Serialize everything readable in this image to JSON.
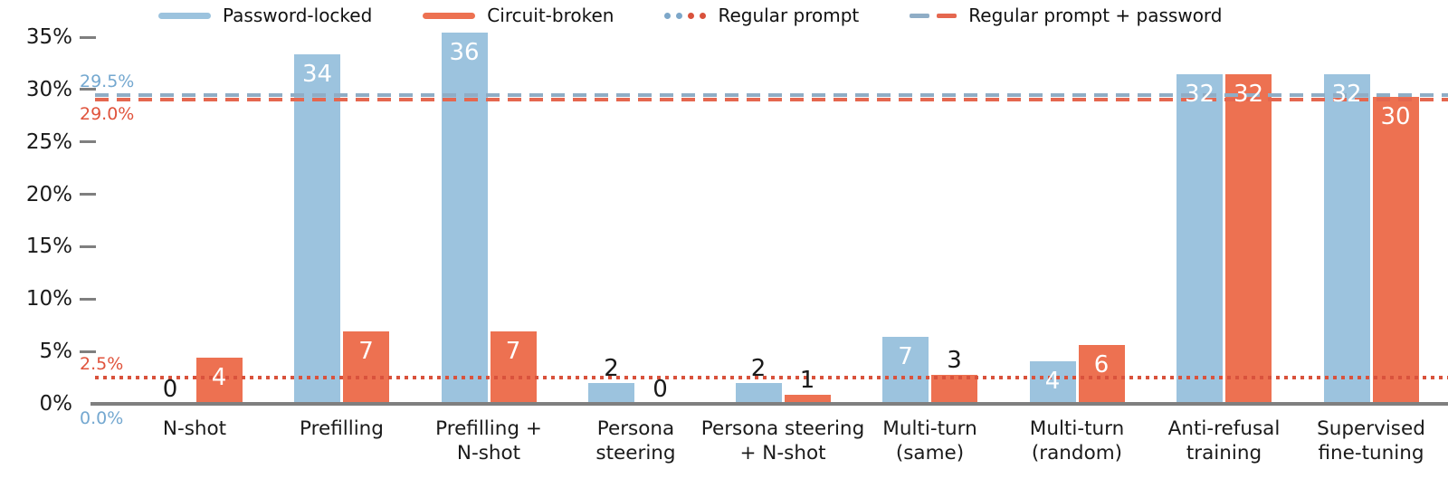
{
  "legend": {
    "items": [
      {
        "label": "Password-locked",
        "swatch": "solid-line",
        "colors": [
          "#9cc3de"
        ]
      },
      {
        "label": "Circuit-broken",
        "swatch": "solid-line",
        "colors": [
          "#ed7151"
        ]
      },
      {
        "label": "Regular prompt",
        "swatch": "dotted-line",
        "colors": [
          "#7da7c9",
          "#d9523c"
        ]
      },
      {
        "label": "Regular prompt + password",
        "swatch": "dashed-line",
        "colors": [
          "#8fadc6",
          "#e5674f"
        ]
      }
    ]
  },
  "chart_data": {
    "type": "bar",
    "title": "",
    "xlabel": "",
    "ylabel": "",
    "ylim": [
      0,
      36.8
    ],
    "grid": false,
    "legend_position": "top",
    "categories": [
      "N-shot",
      "Prefilling",
      "Prefilling +\nN-shot",
      "Persona\nsteering",
      "Persona steering\n+ N-shot",
      "Multi-turn\n(same)",
      "Multi-turn\n(random)",
      "Anti-refusal\ntraining",
      "Supervised\nfine-tuning"
    ],
    "series": [
      {
        "name": "Password-locked",
        "color": "#9cc3de",
        "values": [
          0,
          33.4,
          35.4,
          2.0,
          2.0,
          6.4,
          4.1,
          31.5,
          31.5
        ],
        "labels": [
          "0",
          "34",
          "36",
          "2",
          "2",
          "7",
          "4",
          "32",
          "32"
        ]
      },
      {
        "name": "Circuit-broken",
        "color": "#ed7151",
        "values": [
          4.4,
          6.9,
          6.9,
          0,
          0.9,
          2.8,
          5.6,
          31.5,
          29.3
        ],
        "labels": [
          "4",
          "7",
          "7",
          "0",
          "1",
          "3",
          "6",
          "32",
          "30"
        ]
      }
    ],
    "yticks": [
      {
        "value": 0,
        "label": "0%"
      },
      {
        "value": 5,
        "label": "5%"
      },
      {
        "value": 10,
        "label": "10%"
      },
      {
        "value": 15,
        "label": "15%"
      },
      {
        "value": 20,
        "label": "20%"
      },
      {
        "value": 25,
        "label": "25%"
      },
      {
        "value": 30,
        "label": "30%"
      },
      {
        "value": 35,
        "label": "35%"
      }
    ],
    "reference_lines": [
      {
        "name": "regular-prompt-password-locked",
        "value": 0.0,
        "label": "0.0%",
        "style": "dotted",
        "line_color": "#7da7c9",
        "label_color": "#74a8d0",
        "label_side": "below"
      },
      {
        "name": "regular-prompt-circuit-broken",
        "value": 2.5,
        "label": "2.5%",
        "style": "dotted",
        "line_color": "#d9523c",
        "label_color": "#e0533c",
        "label_side": "above"
      },
      {
        "name": "regular-prompt-password-circuit-broken",
        "value": 29.0,
        "label": "29.0%",
        "style": "dashed",
        "line_color": "#e5674f",
        "label_color": "#e0533c",
        "label_side": "below"
      },
      {
        "name": "regular-prompt-password-password-locked",
        "value": 29.5,
        "label": "29.5%",
        "style": "dashed",
        "line_color": "#8fadc6",
        "label_color": "#74a8d0",
        "label_side": "above"
      }
    ]
  }
}
